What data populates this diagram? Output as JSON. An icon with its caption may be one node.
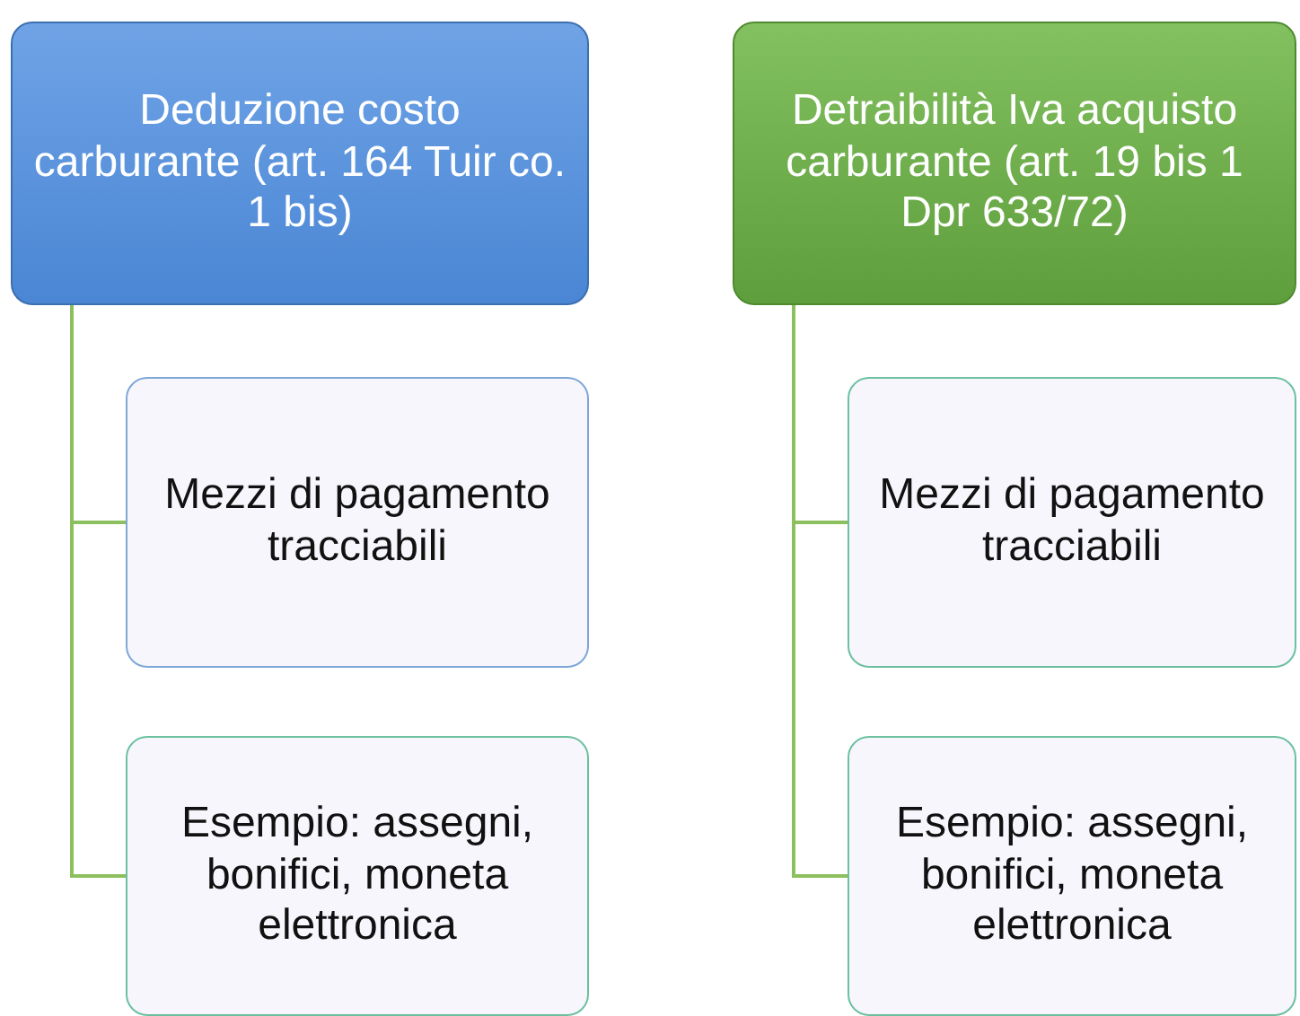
{
  "diagram": {
    "nodes": [
      {
        "text": [
          "Deduzione costo carburante (art. 164 Tuir co. 1 bis)"
        ]
      },
      {
        "text": [
          "Mezzi di pagamento tracciabili"
        ]
      },
      {
        "text": [
          "Esempio: assegni, bonifici, moneta elettronica"
        ]
      },
      {
        "text": [
          "Detraibilità Iva acquisto carburante (art. 19 bis 1 Dpr 633/72)"
        ]
      },
      {
        "text": [
          "Mezzi di pagamento tracciabili"
        ]
      },
      {
        "text": [
          "Esempio: assegni, bonifici, moneta elettronica"
        ]
      }
    ],
    "edges": [
      {
        "from": 0,
        "to": 1,
        "arrow": "none"
      },
      {
        "from": 0,
        "to": 2,
        "arrow": "none"
      },
      {
        "from": 3,
        "to": 4,
        "arrow": "none"
      },
      {
        "from": 3,
        "to": 5,
        "arrow": "none"
      }
    ]
  }
}
